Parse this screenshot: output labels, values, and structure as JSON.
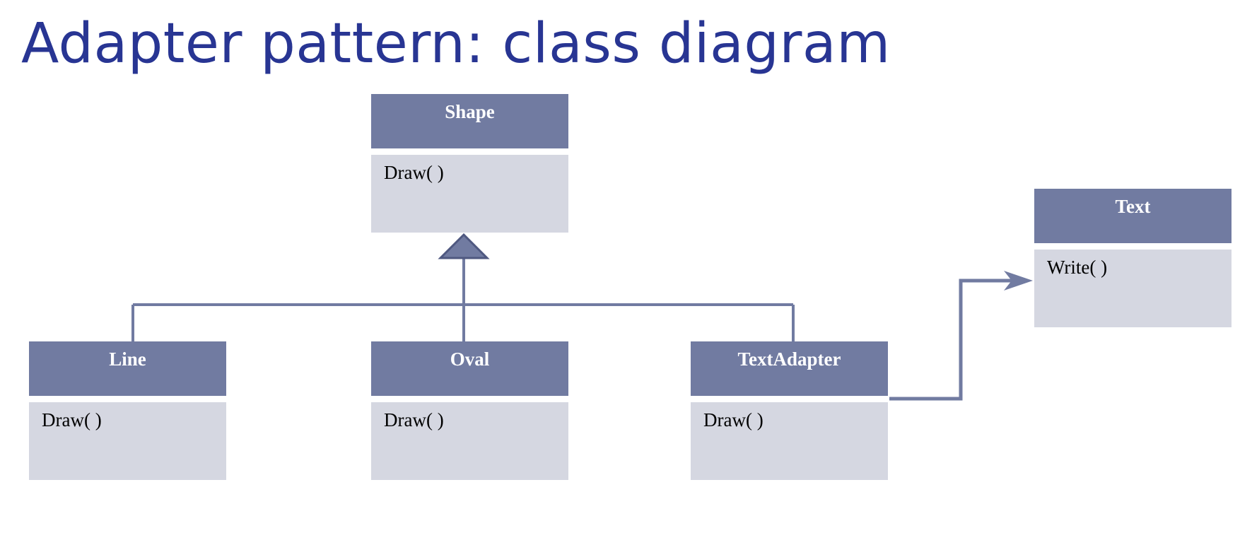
{
  "title": "Adapter pattern: class diagram",
  "colors": {
    "title": "#283593",
    "header_fill": "#717ba1",
    "body_fill": "#d5d7e1",
    "connector": "#717ba1",
    "header_text": "#ffffff"
  },
  "classes": {
    "shape": {
      "name": "Shape",
      "method": "Draw( )"
    },
    "line": {
      "name": "Line",
      "method": "Draw( )"
    },
    "oval": {
      "name": "Oval",
      "method": "Draw( )"
    },
    "textadapter": {
      "name": "TextAdapter",
      "method": "Draw( )"
    },
    "text": {
      "name": "Text",
      "method": "Write( )"
    }
  },
  "relationships": [
    {
      "type": "inheritance",
      "from": "Line",
      "to": "Shape"
    },
    {
      "type": "inheritance",
      "from": "Oval",
      "to": "Shape"
    },
    {
      "type": "inheritance",
      "from": "TextAdapter",
      "to": "Shape"
    },
    {
      "type": "association",
      "from": "TextAdapter",
      "to": "Text"
    }
  ]
}
